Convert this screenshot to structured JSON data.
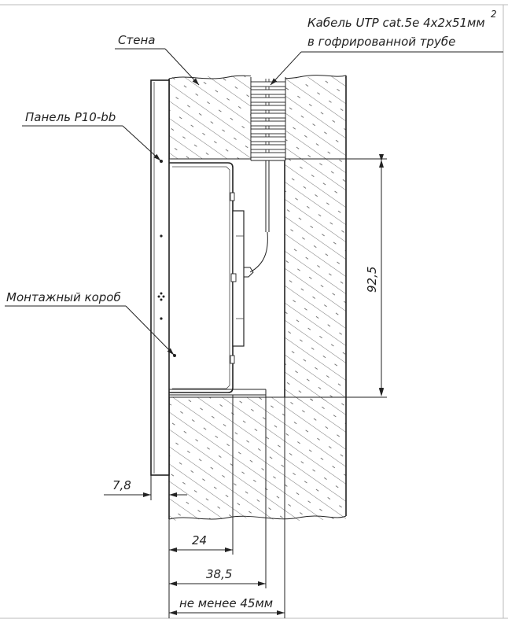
{
  "labels": {
    "cable_line1": "Кабель UTP cat.5e 4x2x51мм",
    "cable_sup": "2",
    "cable_line2": "в гофрированной трубе",
    "wall": "Стена",
    "panel": "Панель P10-bb",
    "box": "Монтажный короб"
  },
  "dimensions": {
    "height": "92,5",
    "panel_thickness": "7,8",
    "box_depth_a": "24",
    "box_depth_b": "38,5",
    "min_depth": "не менее 45мм"
  }
}
